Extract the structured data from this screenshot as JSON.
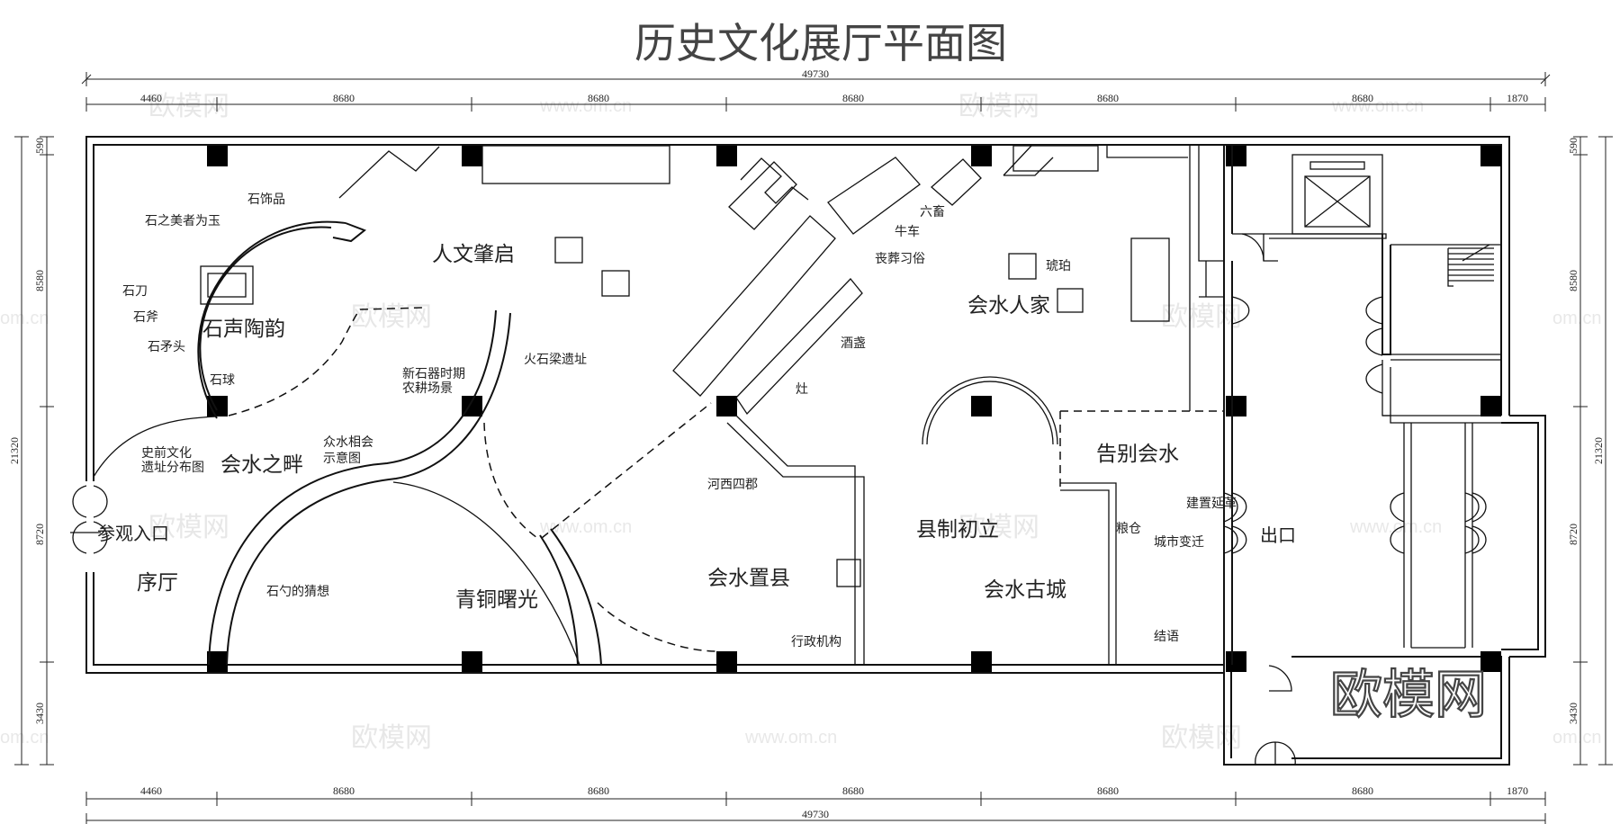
{
  "title": "历史文化展厅平面图",
  "dimensions": {
    "total_width": "49730",
    "segments": [
      "4460",
      "8680",
      "8680",
      "8680",
      "8680",
      "8680",
      "1870"
    ],
    "height_total": "21320",
    "height_segments_left": [
      "590",
      "8580",
      "8720",
      "3430"
    ],
    "height_segments_right": [
      "590",
      "8580",
      "8720",
      "3430"
    ]
  },
  "rooms": {
    "renwen": "人文肇启",
    "shisheng": "石声陶韵",
    "huishui_pan": "会水之畔",
    "xuting": "序厅",
    "qingtong": "青铜曙光",
    "zhixian": "会水置县",
    "xianzhi": "县制初立",
    "gucheng": "会水古城",
    "renjia": "会水人家",
    "gaobie": "告别会水",
    "entrance": "参观入口",
    "exit": "出口"
  },
  "exhibits": {
    "shishipin": "石饰品",
    "shizhimei": "石之美者为玉",
    "shidao": "石刀",
    "shifu": "石斧",
    "shimaotou": "石矛头",
    "shiqiu": "石球",
    "shiqian_1": "史前文化",
    "shiqian_2": "遗址分布图",
    "xinshiqi_1": "新石器时期",
    "xinshiqi_2": "农耕场景",
    "zhongshui_1": "众水相会",
    "zhongshui_2": "示意图",
    "huoshiliang": "火石梁遗址",
    "shishao": "石勺的猜想",
    "liuchu": "六畜",
    "niuche": "牛车",
    "sangzang": "丧葬习俗",
    "jiuzhan": "酒盏",
    "zao": "灶",
    "hexi": "河西四郡",
    "xingzheng": "行政机构",
    "hupo": "琥珀",
    "liangcang": "粮仓",
    "jianzhi": "建置延革",
    "chengshi": "城市变迁",
    "jieyu": "结语"
  },
  "watermark": {
    "cn": "欧模网",
    "url": "www.om.cn",
    "url_cut": "om.cn"
  },
  "logo": "欧模网"
}
